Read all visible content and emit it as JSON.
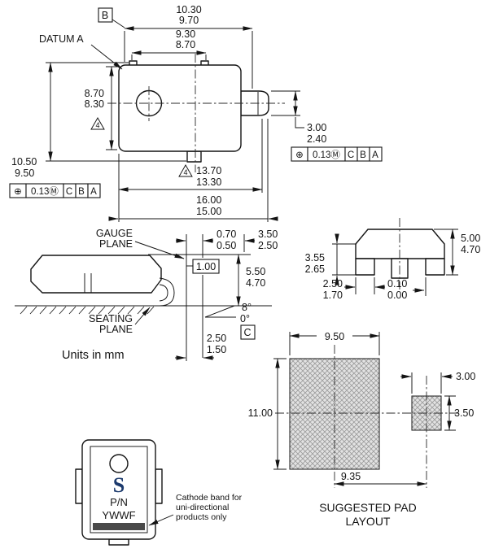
{
  "general": {
    "units_note": "Units in mm",
    "datum_a_label": "DATUM A",
    "datum_b_label": "B",
    "datum_c_label": "C",
    "note_flag": "4"
  },
  "gdt": {
    "position_symbol": "⊕",
    "tolerance": "0.13Ⓜ",
    "datum_1": "C",
    "datum_2": "B",
    "datum_3": "A"
  },
  "top_view": {
    "overall_width": {
      "max": "10.30",
      "min": "9.70"
    },
    "body_width": {
      "max": "9.30",
      "min": "8.70"
    },
    "body_height": {
      "max": "8.70",
      "min": "8.30"
    },
    "height_with_tab": {
      "max": "10.50",
      "min": "9.50"
    },
    "lead_width": {
      "max": "3.00",
      "min": "2.40"
    },
    "body_to_lead_tip": {
      "max": "13.70",
      "min": "13.30"
    },
    "overall_length": {
      "max": "16.00",
      "min": "15.00"
    }
  },
  "side_view": {
    "gauge_plane_line1": "GAUGE",
    "gauge_plane_line2": "PLANE",
    "seating_plane_line1": "SEATING",
    "seating_plane_line2": "PLANE",
    "lead_thickness": {
      "max": "0.70",
      "min": "0.50"
    },
    "lead_length": {
      "max": "3.50",
      "min": "2.50"
    },
    "gauge_ref": "1.00",
    "body_height": {
      "max": "5.50",
      "min": "4.70"
    },
    "foot_angle": {
      "max": "8°",
      "min": "0°"
    },
    "foot_length": {
      "max": "2.50",
      "min": "1.50"
    }
  },
  "end_view": {
    "shoulder_height": {
      "max": "3.55",
      "min": "2.65"
    },
    "overall_height": {
      "max": "5.00",
      "min": "4.70"
    },
    "lead_width": {
      "max": "2.50",
      "min": "1.70"
    },
    "standoff": {
      "max": "0.10",
      "min": "0.00"
    }
  },
  "pad_layout": {
    "large_pad_width": "9.50",
    "large_pad_height": "11.00",
    "small_pad_width": "3.00",
    "small_pad_height": "3.50",
    "pad_center_distance": "9.35",
    "caption_line1": "SUGGESTED PAD",
    "caption_line2": "LAYOUT"
  },
  "marking": {
    "logo_letter": "S",
    "part_number_label": "P/N",
    "date_code": "YWWF",
    "note_line1": "Cathode band for",
    "note_line2": "uni-directional",
    "note_line3": "products only"
  }
}
